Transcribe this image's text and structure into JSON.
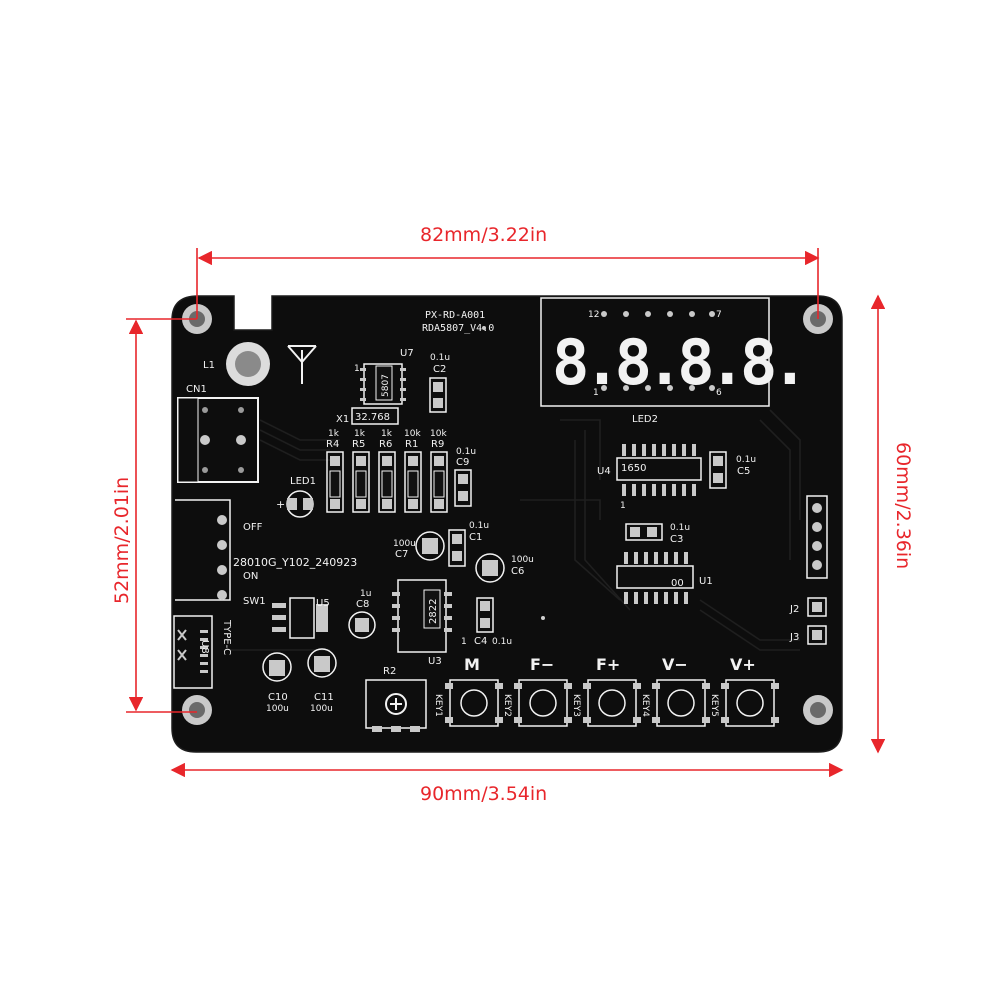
{
  "colors": {
    "dimension": "#e8262b",
    "pcb": "#0d0d0d",
    "silkscreen": "#f2f2f2",
    "copper_pad": "#c9c9c9",
    "background": "#ffffff"
  },
  "dimensions": {
    "top_width": "82mm/3.22in",
    "bottom_width": "90mm/3.54in",
    "left_height": "52mm/2.01in",
    "right_height": "60mm/2.36in"
  },
  "board": {
    "title_line1": "PX-RD-A001",
    "title_line2": "RDA5807_V4.0",
    "date_code": "28010G_Y102_240923",
    "display_digits": "8.8.8.8.",
    "labels": {
      "l1": "L1",
      "cn1": "CN1",
      "u7": "U7",
      "u7_pin1": "1",
      "chip_5807": "5807",
      "c2_val": "0.1u",
      "c2": "C2",
      "x1": "X1",
      "crystal": "32.768",
      "r4_val": "1k",
      "r4": "R4",
      "r5_val": "1k",
      "r5": "R5",
      "r6_val": "1k",
      "r6": "R6",
      "r1_val": "10k",
      "r1": "R1",
      "r9_val": "10k",
      "r9": "R9",
      "c9_val": "0.1u",
      "c9": "C9",
      "led1": "LED1",
      "c1_val": "0.1u",
      "c1": "C1",
      "c7_val": "100u",
      "c7": "C7",
      "c6_val": "100u",
      "c6": "C6",
      "off": "OFF",
      "on": "ON",
      "sw1": "SW1",
      "u5": "U5",
      "c8_val": "1u",
      "c8": "C8",
      "chip_2822": "2822",
      "u3": "U3",
      "c4": "C4",
      "c4_val": "0.1u",
      "c4_pin1": "1",
      "type_c": "TYPE-C",
      "u8": "U8",
      "c10": "C10",
      "c10_val": "100u",
      "c11": "C11",
      "c11_val": "100u",
      "r2": "R2",
      "led2": "LED2",
      "led_pin12": "12",
      "led_pin7": "7",
      "led_pin1": "1",
      "led_pin6": "6",
      "u4": "U4",
      "chip_1650": "1650",
      "u4_pin1": "1",
      "c5_val": "0.1u",
      "c5": "C5",
      "c3_val": "0.1u",
      "c3": "C3",
      "u1": "U1",
      "chip_00": "00",
      "j2": "J2",
      "j3": "J3"
    },
    "keys": [
      {
        "function": "M",
        "label": "KEY1"
      },
      {
        "function": "F−",
        "label": "KEY2"
      },
      {
        "function": "F+",
        "label": "KEY3"
      },
      {
        "function": "V−",
        "label": "KEY4"
      },
      {
        "function": "V+",
        "label": "KEY5"
      }
    ]
  }
}
